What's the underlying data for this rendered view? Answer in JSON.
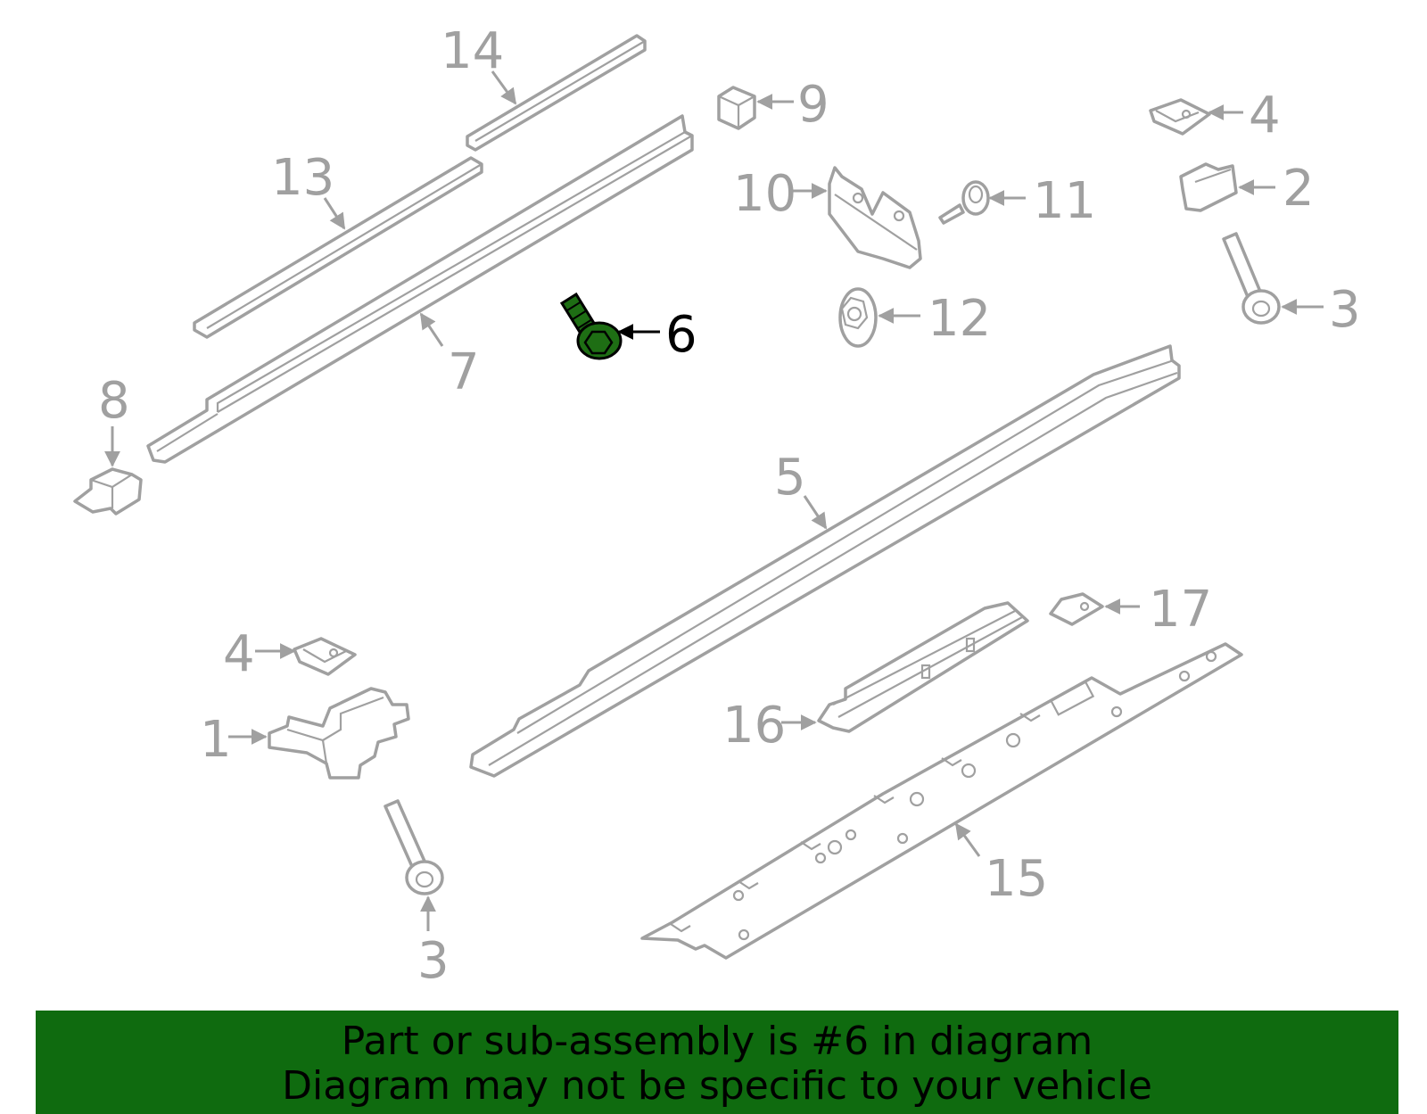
{
  "colors": {
    "part_stroke": "#a0a0a0",
    "highlight_fill": "#1e6e14",
    "highlight_label": "#000000",
    "banner_bg": "#0f6b0f",
    "banner_text": "#000000"
  },
  "highlighted_part": "6",
  "labels": {
    "p1": "1",
    "p2": "2",
    "p3a": "3",
    "p3b": "3",
    "p4a": "4",
    "p4b": "4",
    "p5": "5",
    "p6": "6",
    "p7": "7",
    "p8": "8",
    "p9": "9",
    "p10": "10",
    "p11": "11",
    "p12": "12",
    "p13": "13",
    "p14": "14",
    "p15": "15",
    "p16": "16",
    "p17": "17"
  },
  "banner": {
    "line1": "Part or sub-assembly is #6 in diagram",
    "line2": "Diagram may not be specific to your vehicle"
  }
}
